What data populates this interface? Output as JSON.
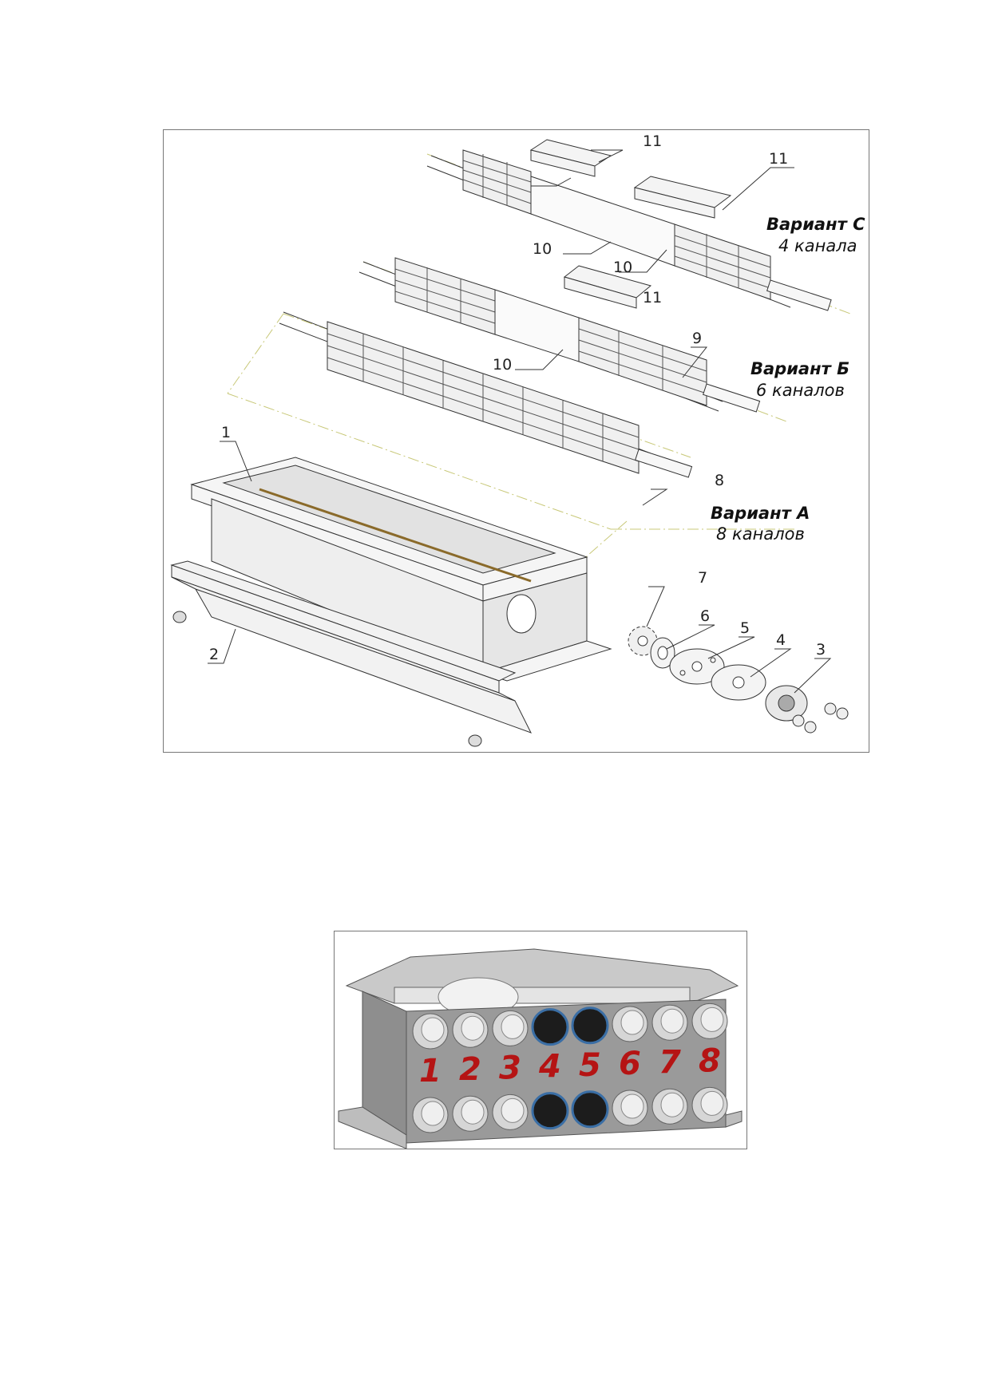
{
  "figure1": {
    "callouts": [
      {
        "id": "c1",
        "text": "1"
      },
      {
        "id": "c2",
        "text": "2"
      },
      {
        "id": "c3",
        "text": "3"
      },
      {
        "id": "c4",
        "text": "4"
      },
      {
        "id": "c5",
        "text": "5"
      },
      {
        "id": "c6",
        "text": "6"
      },
      {
        "id": "c7",
        "text": "7"
      },
      {
        "id": "c8",
        "text": "8"
      },
      {
        "id": "c9",
        "text": "9"
      },
      {
        "id": "c10a",
        "text": "10"
      },
      {
        "id": "c10b",
        "text": "10"
      },
      {
        "id": "c10c",
        "text": "10"
      },
      {
        "id": "c11a",
        "text": "11"
      },
      {
        "id": "c11b",
        "text": "11"
      },
      {
        "id": "c11c",
        "text": "11"
      }
    ],
    "variants": {
      "c": {
        "title": "Вариант С",
        "subtitle": "4 канала"
      },
      "b": {
        "title": "Вариант Б",
        "subtitle": "6 каналов"
      },
      "a": {
        "title": "Вариант А",
        "subtitle": "8 каналов"
      }
    },
    "colors": {
      "line": "#333333",
      "fill": "#f2f2f2",
      "shade": "#d8d8d8",
      "axis": "#c8c878"
    }
  },
  "figure2": {
    "outlet_numbers": [
      "1",
      "2",
      "3",
      "4",
      "5",
      "6",
      "7",
      "8"
    ],
    "colors": {
      "body": "#9a9a9a",
      "top": "#c9c9c9",
      "pipe": "#d6d6d6",
      "cap": "#1c1c1c",
      "cap_ring": "#3a6ea5",
      "number": "#b51414"
    }
  }
}
